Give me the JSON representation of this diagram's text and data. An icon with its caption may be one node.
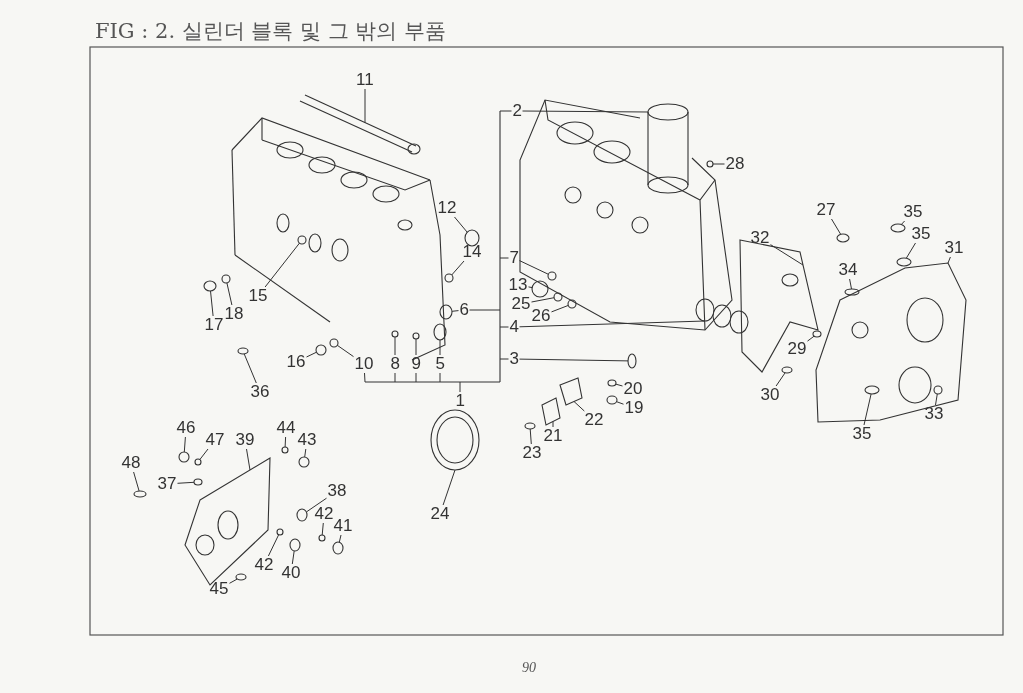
{
  "diagram": {
    "title": "FIG : 2. 실린더 블록 및 그 밖의 부품",
    "nodes": [
      {
        "text": [
          "11"
        ]
      },
      {
        "text": [
          "2"
        ]
      },
      {
        "text": [
          "28"
        ]
      },
      {
        "text": [
          "12"
        ]
      },
      {
        "text": [
          "14"
        ]
      },
      {
        "text": [
          "27"
        ]
      },
      {
        "text": [
          "35"
        ]
      },
      {
        "text": [
          "35"
        ]
      },
      {
        "text": [
          "32"
        ]
      },
      {
        "text": [
          "31"
        ]
      },
      {
        "text": [
          "34"
        ]
      },
      {
        "text": [
          "7"
        ]
      },
      {
        "text": [
          "15"
        ]
      },
      {
        "text": [
          "13"
        ]
      },
      {
        "text": [
          "25"
        ]
      },
      {
        "text": [
          "26"
        ]
      },
      {
        "text": [
          "6"
        ]
      },
      {
        "text": [
          "4"
        ]
      },
      {
        "text": [
          "17"
        ]
      },
      {
        "text": [
          "18"
        ]
      },
      {
        "text": [
          "29"
        ]
      },
      {
        "text": [
          "16"
        ]
      },
      {
        "text": [
          "10"
        ]
      },
      {
        "text": [
          "8"
        ]
      },
      {
        "text": [
          "9"
        ]
      },
      {
        "text": [
          "5"
        ]
      },
      {
        "text": [
          "3"
        ]
      },
      {
        "text": [
          "36"
        ]
      },
      {
        "text": [
          "1"
        ]
      },
      {
        "text": [
          "30"
        ]
      },
      {
        "text": [
          "20"
        ]
      },
      {
        "text": [
          "19"
        ]
      },
      {
        "text": [
          "35"
        ]
      },
      {
        "text": [
          "33"
        ]
      },
      {
        "text": [
          "22"
        ]
      },
      {
        "text": [
          "21"
        ]
      },
      {
        "text": [
          "23"
        ]
      },
      {
        "text": [
          "24"
        ]
      },
      {
        "text": [
          "46"
        ]
      },
      {
        "text": [
          "47"
        ]
      },
      {
        "text": [
          "39"
        ]
      },
      {
        "text": [
          "44"
        ]
      },
      {
        "text": [
          "43"
        ]
      },
      {
        "text": [
          "48"
        ]
      },
      {
        "text": [
          "37"
        ]
      },
      {
        "text": [
          "38"
        ]
      },
      {
        "text": [
          "42"
        ]
      },
      {
        "text": [
          "41"
        ]
      },
      {
        "text": [
          "42"
        ]
      },
      {
        "text": [
          "40"
        ]
      },
      {
        "text": [
          "45"
        ]
      },
      {
        "text": [],
        "shape": "picture"
      },
      {
        "text": [],
        "shape": "picture"
      },
      {
        "text": [],
        "shape": "circle"
      },
      {
        "text": [],
        "shape": "circle"
      },
      {
        "text": [],
        "shape": "circle"
      },
      {
        "text": [],
        "shape": "circle"
      },
      {
        "text": [],
        "shape": "circle"
      },
      {
        "text": [],
        "shape": "circle"
      },
      {
        "text": [],
        "shape": "picture"
      },
      {
        "text": [],
        "shape": "picture"
      },
      {
        "text": [],
        "shape": "circle"
      },
      {
        "text": [],
        "shape": "circle"
      },
      {
        "text": [],
        "shape": "circle"
      },
      {
        "text": [],
        "shape": "circle"
      },
      {
        "text": [],
        "shape": "circle"
      },
      {
        "text": [],
        "shape": "circle"
      },
      {
        "text": [],
        "shape": "circle"
      },
      {
        "text": [],
        "shape": "picture"
      },
      {
        "text": [],
        "shape": "circle"
      },
      {
        "text": [],
        "shape": "circle"
      },
      {
        "text": [],
        "shape": "circle"
      },
      {
        "text": [],
        "shape": "circle"
      },
      {
        "text": [],
        "shape": "circle"
      },
      {
        "text": [],
        "shape": "circle"
      },
      {
        "text": [],
        "shape": "circle"
      },
      {
        "text": [],
        "shape": "circle"
      },
      {
        "text": [],
        "shape": "circle"
      },
      {
        "text": [],
        "shape": "circle"
      },
      {
        "text": [],
        "shape": "circle"
      },
      {
        "text": [],
        "shape": "circle"
      },
      {
        "text": [],
        "shape": "circle"
      },
      {
        "text": [],
        "shape": "circle",
        "in": 60
      },
      {
        "text": [],
        "shape": "circle",
        "in": 60
      },
      {
        "text": [],
        "shape": "picture"
      },
      {
        "text": [],
        "shape": "picture"
      },
      {
        "text": [],
        "shape": "circle"
      },
      {
        "text": [],
        "shape": "picture"
      },
      {
        "text": [],
        "shape": "circle"
      },
      {
        "text": [],
        "shape": "circle"
      },
      {
        "text": [],
        "shape": "picture"
      },
      {
        "text": [],
        "shape": "circle"
      },
      {
        "text": [],
        "shape": "circle"
      },
      {
        "text": [],
        "shape": "circle"
      },
      {
        "text": [],
        "shape": "circle"
      },
      {
        "text": [],
        "shape": "circle"
      },
      {
        "text": [],
        "shape": "circle"
      },
      {
        "text": [],
        "shape": "circle"
      },
      {
        "text": [],
        "shape": "circle"
      },
      {
        "text": [],
        "shape": "circle"
      },
      {
        "text": [],
        "shape": "circle"
      },
      {
        "text": [],
        "shape": "bar"
      },
      {
        "text": [],
        "shape": "bar"
      }
    ],
    "edges": [
      {
        "from": 0,
        "to": 51,
        "arrow": "none"
      },
      {
        "from": 1,
        "to": 52,
        "arrow": "none"
      },
      {
        "from": 2,
        "to": 53,
        "arrow": "none"
      },
      {
        "from": 3,
        "to": 54,
        "arrow": "none"
      },
      {
        "from": 4,
        "to": 55,
        "arrow": "none"
      },
      {
        "from": 5,
        "to": 56,
        "arrow": "none"
      },
      {
        "from": 6,
        "to": 57,
        "arrow": "none"
      },
      {
        "from": 7,
        "to": 58,
        "arrow": "none"
      },
      {
        "from": 8,
        "to": 59,
        "arrow": "none"
      },
      {
        "from": 9,
        "to": 60,
        "arrow": "none"
      },
      {
        "from": 10,
        "to": 61,
        "arrow": "none"
      },
      {
        "from": 11,
        "to": 62,
        "arrow": "none"
      },
      {
        "from": 12,
        "to": 63,
        "arrow": "none"
      },
      {
        "from": 13,
        "to": 64,
        "arrow": "none"
      },
      {
        "from": 14,
        "to": 65,
        "arrow": "none"
      },
      {
        "from": 15,
        "to": 66,
        "arrow": "none"
      },
      {
        "from": 16,
        "to": 67,
        "arrow": "none"
      },
      {
        "from": 17,
        "to": 68,
        "arrow": "none"
      },
      {
        "from": 18,
        "to": 69,
        "arrow": "none"
      },
      {
        "from": 19,
        "to": 70,
        "arrow": "none"
      },
      {
        "from": 20,
        "to": 71,
        "arrow": "none"
      },
      {
        "from": 21,
        "to": 72,
        "arrow": "none"
      },
      {
        "from": 22,
        "to": 73,
        "arrow": "none"
      },
      {
        "from": 23,
        "to": 74,
        "arrow": "none"
      },
      {
        "from": 24,
        "to": 75,
        "arrow": "none"
      },
      {
        "from": 25,
        "to": 76,
        "arrow": "none"
      },
      {
        "from": 26,
        "to": 77,
        "arrow": "none"
      },
      {
        "from": 27,
        "to": 78,
        "arrow": "none"
      },
      {
        "from": 29,
        "to": 79,
        "arrow": "none"
      },
      {
        "from": 30,
        "to": 80,
        "arrow": "none"
      },
      {
        "from": 31,
        "to": 81,
        "arrow": "none"
      },
      {
        "from": 32,
        "to": 82,
        "arrow": "none"
      },
      {
        "from": 33,
        "to": 83,
        "arrow": "none"
      },
      {
        "from": 34,
        "to": 84,
        "arrow": "none"
      },
      {
        "from": 35,
        "to": 85,
        "arrow": "none"
      },
      {
        "from": 36,
        "to": 86,
        "arrow": "none"
      },
      {
        "from": 37,
        "to": 87,
        "arrow": "none"
      },
      {
        "from": 38,
        "to": 88,
        "arrow": "none"
      },
      {
        "from": 39,
        "to": 89,
        "arrow": "none"
      },
      {
        "from": 40,
        "to": 90,
        "arrow": "none"
      },
      {
        "from": 41,
        "to": 91,
        "arrow": "none"
      },
      {
        "from": 42,
        "to": 92,
        "arrow": "none"
      },
      {
        "from": 43,
        "to": 93,
        "arrow": "none"
      },
      {
        "from": 44,
        "to": 94,
        "arrow": "none"
      },
      {
        "from": 45,
        "to": 95,
        "arrow": "none"
      },
      {
        "from": 46,
        "to": 96,
        "arrow": "none"
      },
      {
        "from": 47,
        "to": 97,
        "arrow": "none"
      },
      {
        "from": 48,
        "to": 98,
        "arrow": "none"
      },
      {
        "from": 49,
        "to": 99,
        "arrow": "none"
      },
      {
        "from": 50,
        "to": 100,
        "arrow": "none"
      },
      {
        "from": 28,
        "to": 102,
        "arrow": "none"
      },
      {
        "from": 16,
        "to": 101,
        "arrow": "none"
      },
      {
        "from": 1,
        "to": 101,
        "arrow": "none"
      },
      {
        "from": 11,
        "to": 101,
        "arrow": "none"
      },
      {
        "from": 17,
        "to": 101,
        "arrow": "none"
      },
      {
        "from": 26,
        "to": 101,
        "arrow": "none"
      },
      {
        "from": 22,
        "to": 102,
        "arrow": "none"
      },
      {
        "from": 23,
        "to": 102,
        "arrow": "none"
      },
      {
        "from": 24,
        "to": 102,
        "arrow": "none"
      },
      {
        "from": 25,
        "to": 102,
        "arrow": "none"
      }
    ],
    "labels": [
      "90"
    ]
  }
}
